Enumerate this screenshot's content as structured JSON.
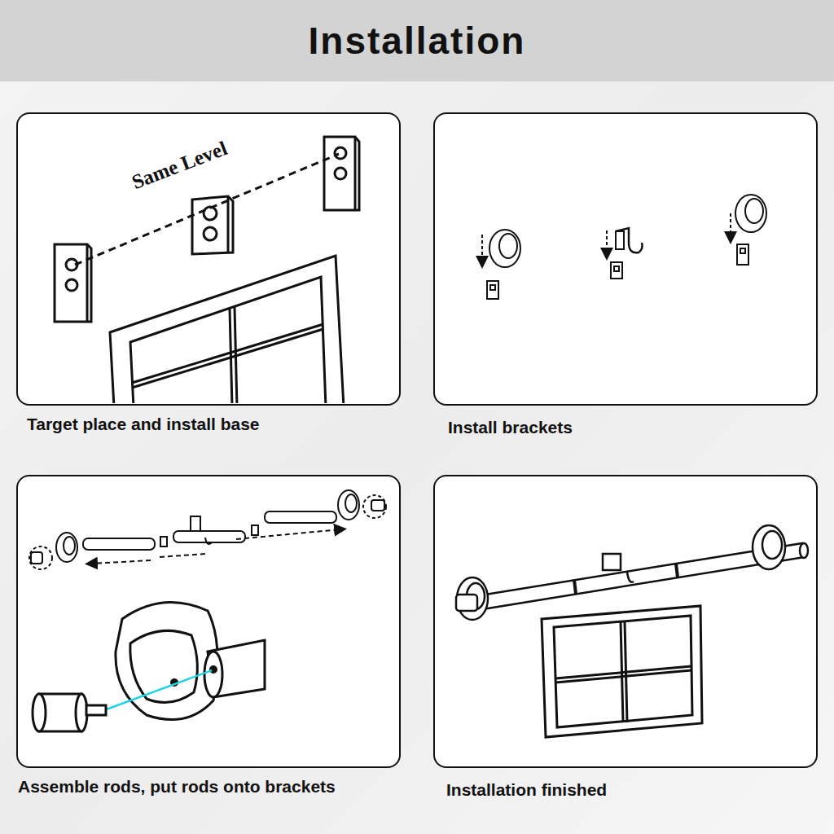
{
  "diagram": {
    "title": "Installation",
    "nodes": [
      {
        "text": [
          "Target place and install base"
        ]
      },
      {
        "text": [
          "Install brackets"
        ]
      },
      {
        "text": [
          "Assemble rods, put rods onto brackets"
        ]
      },
      {
        "text": [
          "Installation finished"
        ]
      }
    ],
    "labels": [
      "Same Level"
    ]
  }
}
